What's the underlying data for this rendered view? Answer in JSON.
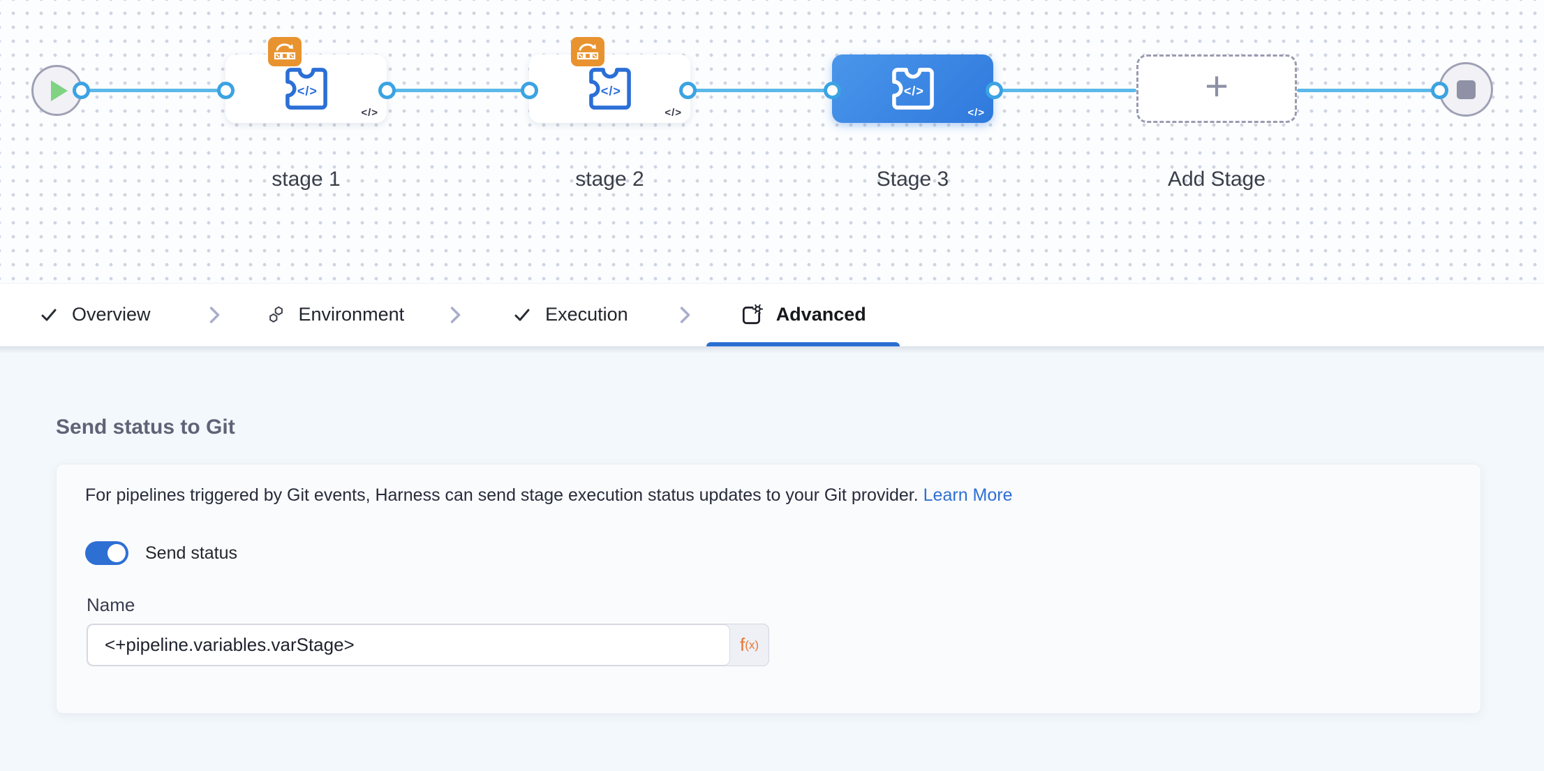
{
  "pipeline_canvas": {
    "puzzle_code_text": "</>",
    "stages": [
      {
        "label": "stage 1",
        "selected": false,
        "has_badge": true,
        "code_icon": "</>"
      },
      {
        "label": "stage 2",
        "selected": false,
        "has_badge": true,
        "code_icon": "</>"
      },
      {
        "label": "Stage 3",
        "selected": true,
        "has_badge": false,
        "code_icon": "</>"
      }
    ],
    "add_stage_label": "Add Stage",
    "plus_glyph": "+"
  },
  "tab_bar": {
    "tabs": [
      {
        "label": "Overview",
        "icon": "check-icon",
        "active": false
      },
      {
        "label": "Environment",
        "icon": "hexagons-icon",
        "active": false
      },
      {
        "label": "Execution",
        "icon": "check-icon",
        "active": false
      },
      {
        "label": "Advanced",
        "icon": "square-gear-icon",
        "active": true
      }
    ]
  },
  "advanced_panel": {
    "heading": "Send status to Git",
    "description": "For pipelines triggered by Git events, Harness can send stage execution status updates to your Git provider.",
    "learn_more_label": "Learn More",
    "send_status_label": "Send status",
    "send_status_on": true,
    "name_label": "Name",
    "name_value": "<+pipeline.variables.varStage>",
    "expression_f": "f",
    "expression_sub": "(x)"
  },
  "colors": {
    "accent_blue": "#2b6ed2",
    "connector_blue": "#5db8ea",
    "selected_stage_start": "#4a96ea",
    "selected_stage_end": "#2f79dd",
    "badge_orange": "#e8932f",
    "expression_orange": "#e9762e",
    "play_green": "#7fd382"
  }
}
